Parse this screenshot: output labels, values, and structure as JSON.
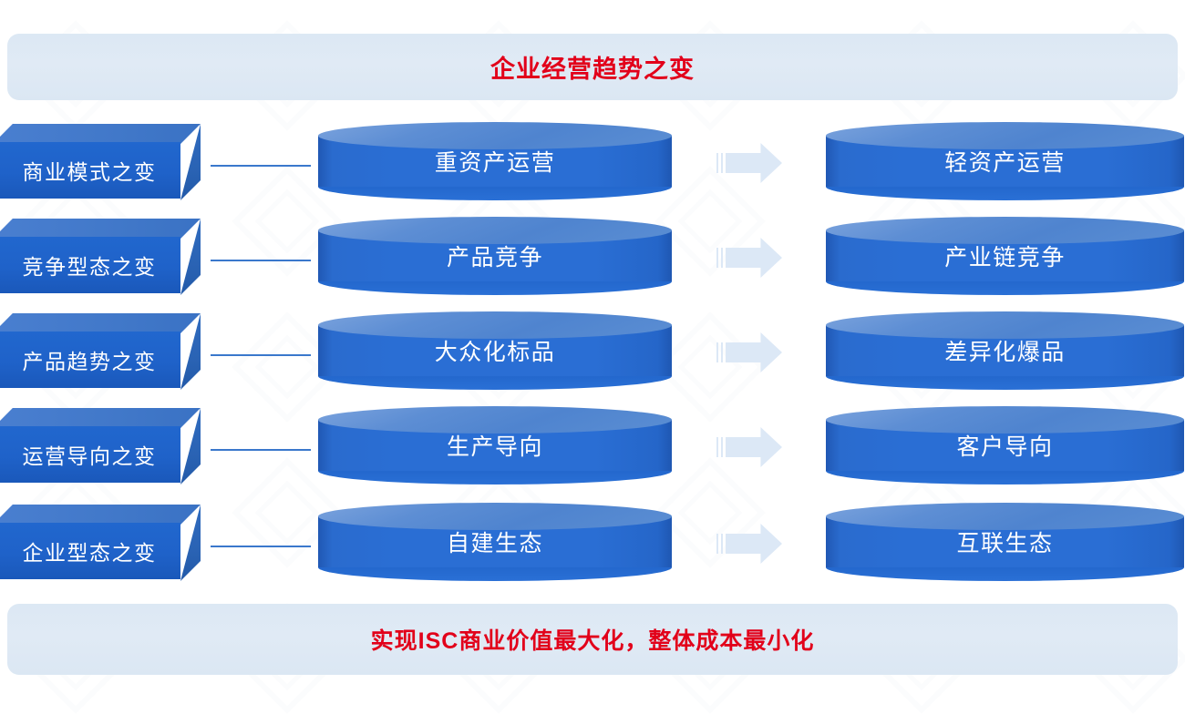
{
  "header": {
    "title": "企业经营趋势之变"
  },
  "footer": {
    "title": "实现ISC商业价值最大化，整体成本最小化"
  },
  "colors": {
    "banner_background": "#dce8f4",
    "banner_text": "#e2001a",
    "box_front": "#1f62c9",
    "box_top": "#4178c9",
    "cylinder_body": "#2a6ed4",
    "cylinder_top": "#5d8ed4",
    "arrow": "#dce8f6",
    "connector_line": "#3a78cc"
  },
  "icons": {
    "arrow": "right-arrow-icon"
  },
  "rows": [
    {
      "category": "商业模式之变",
      "from": "重资产运营",
      "to": "轻资产运营"
    },
    {
      "category": "竞争型态之变",
      "from": "产品竞争",
      "to": "产业链竞争"
    },
    {
      "category": "产品趋势之变",
      "from": "大众化标品",
      "to": "差异化爆品"
    },
    {
      "category": "运营导向之变",
      "from": "生产导向",
      "to": "客户导向"
    },
    {
      "category": "企业型态之变",
      "from": "自建生态",
      "to": "互联生态"
    }
  ]
}
